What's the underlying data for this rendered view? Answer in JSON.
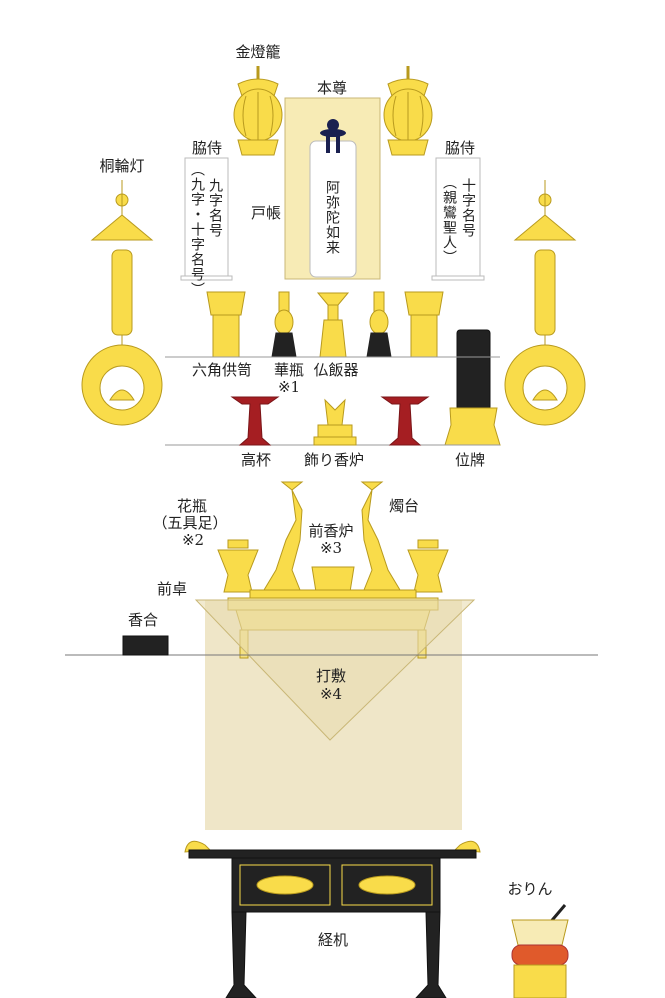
{
  "labels": {
    "kintoro": "金燈籠",
    "honzon": "本尊",
    "wakiji_left": "脇侍",
    "wakiji_right": "脇侍",
    "kirinto": "桐輪灯",
    "tocho": "戸帳",
    "rokkaku_kugu": "六角供笥",
    "kebyo": "華瓶",
    "kebyo_note": "※1",
    "buppanki": "仏飯器",
    "takatsuki": "高杯",
    "kazari_koro": "飾り香炉",
    "ihai": "位牌",
    "kabin": "花瓶",
    "kabin_sub": "（五具足）",
    "kabin_note": "※2",
    "shokudai": "燭台",
    "mae_koro": "前香炉",
    "mae_koro_note": "※3",
    "maejoku": "前卓",
    "kogo": "香合",
    "uchishiki": "打敷",
    "uchishiki_note": "※4",
    "kyozukue": "経机",
    "orin": "おりん"
  },
  "scroll_texts": {
    "honzon_name": "阿弥陀如来",
    "left_main": "九字名号",
    "left_sub": "（九字・十字名号）",
    "right_main": "十字名号",
    "right_sub": "（親鸞聖人）"
  },
  "colors": {
    "gold": "#f9dc4a",
    "gold_stroke": "#b89a1e",
    "curtain": "#f7ebb5",
    "lacquer": "#222222",
    "red": "#a51e22",
    "navy": "#1a2050",
    "cloth": "#e8dcb0",
    "orin_cushion": "#e05a2b"
  }
}
